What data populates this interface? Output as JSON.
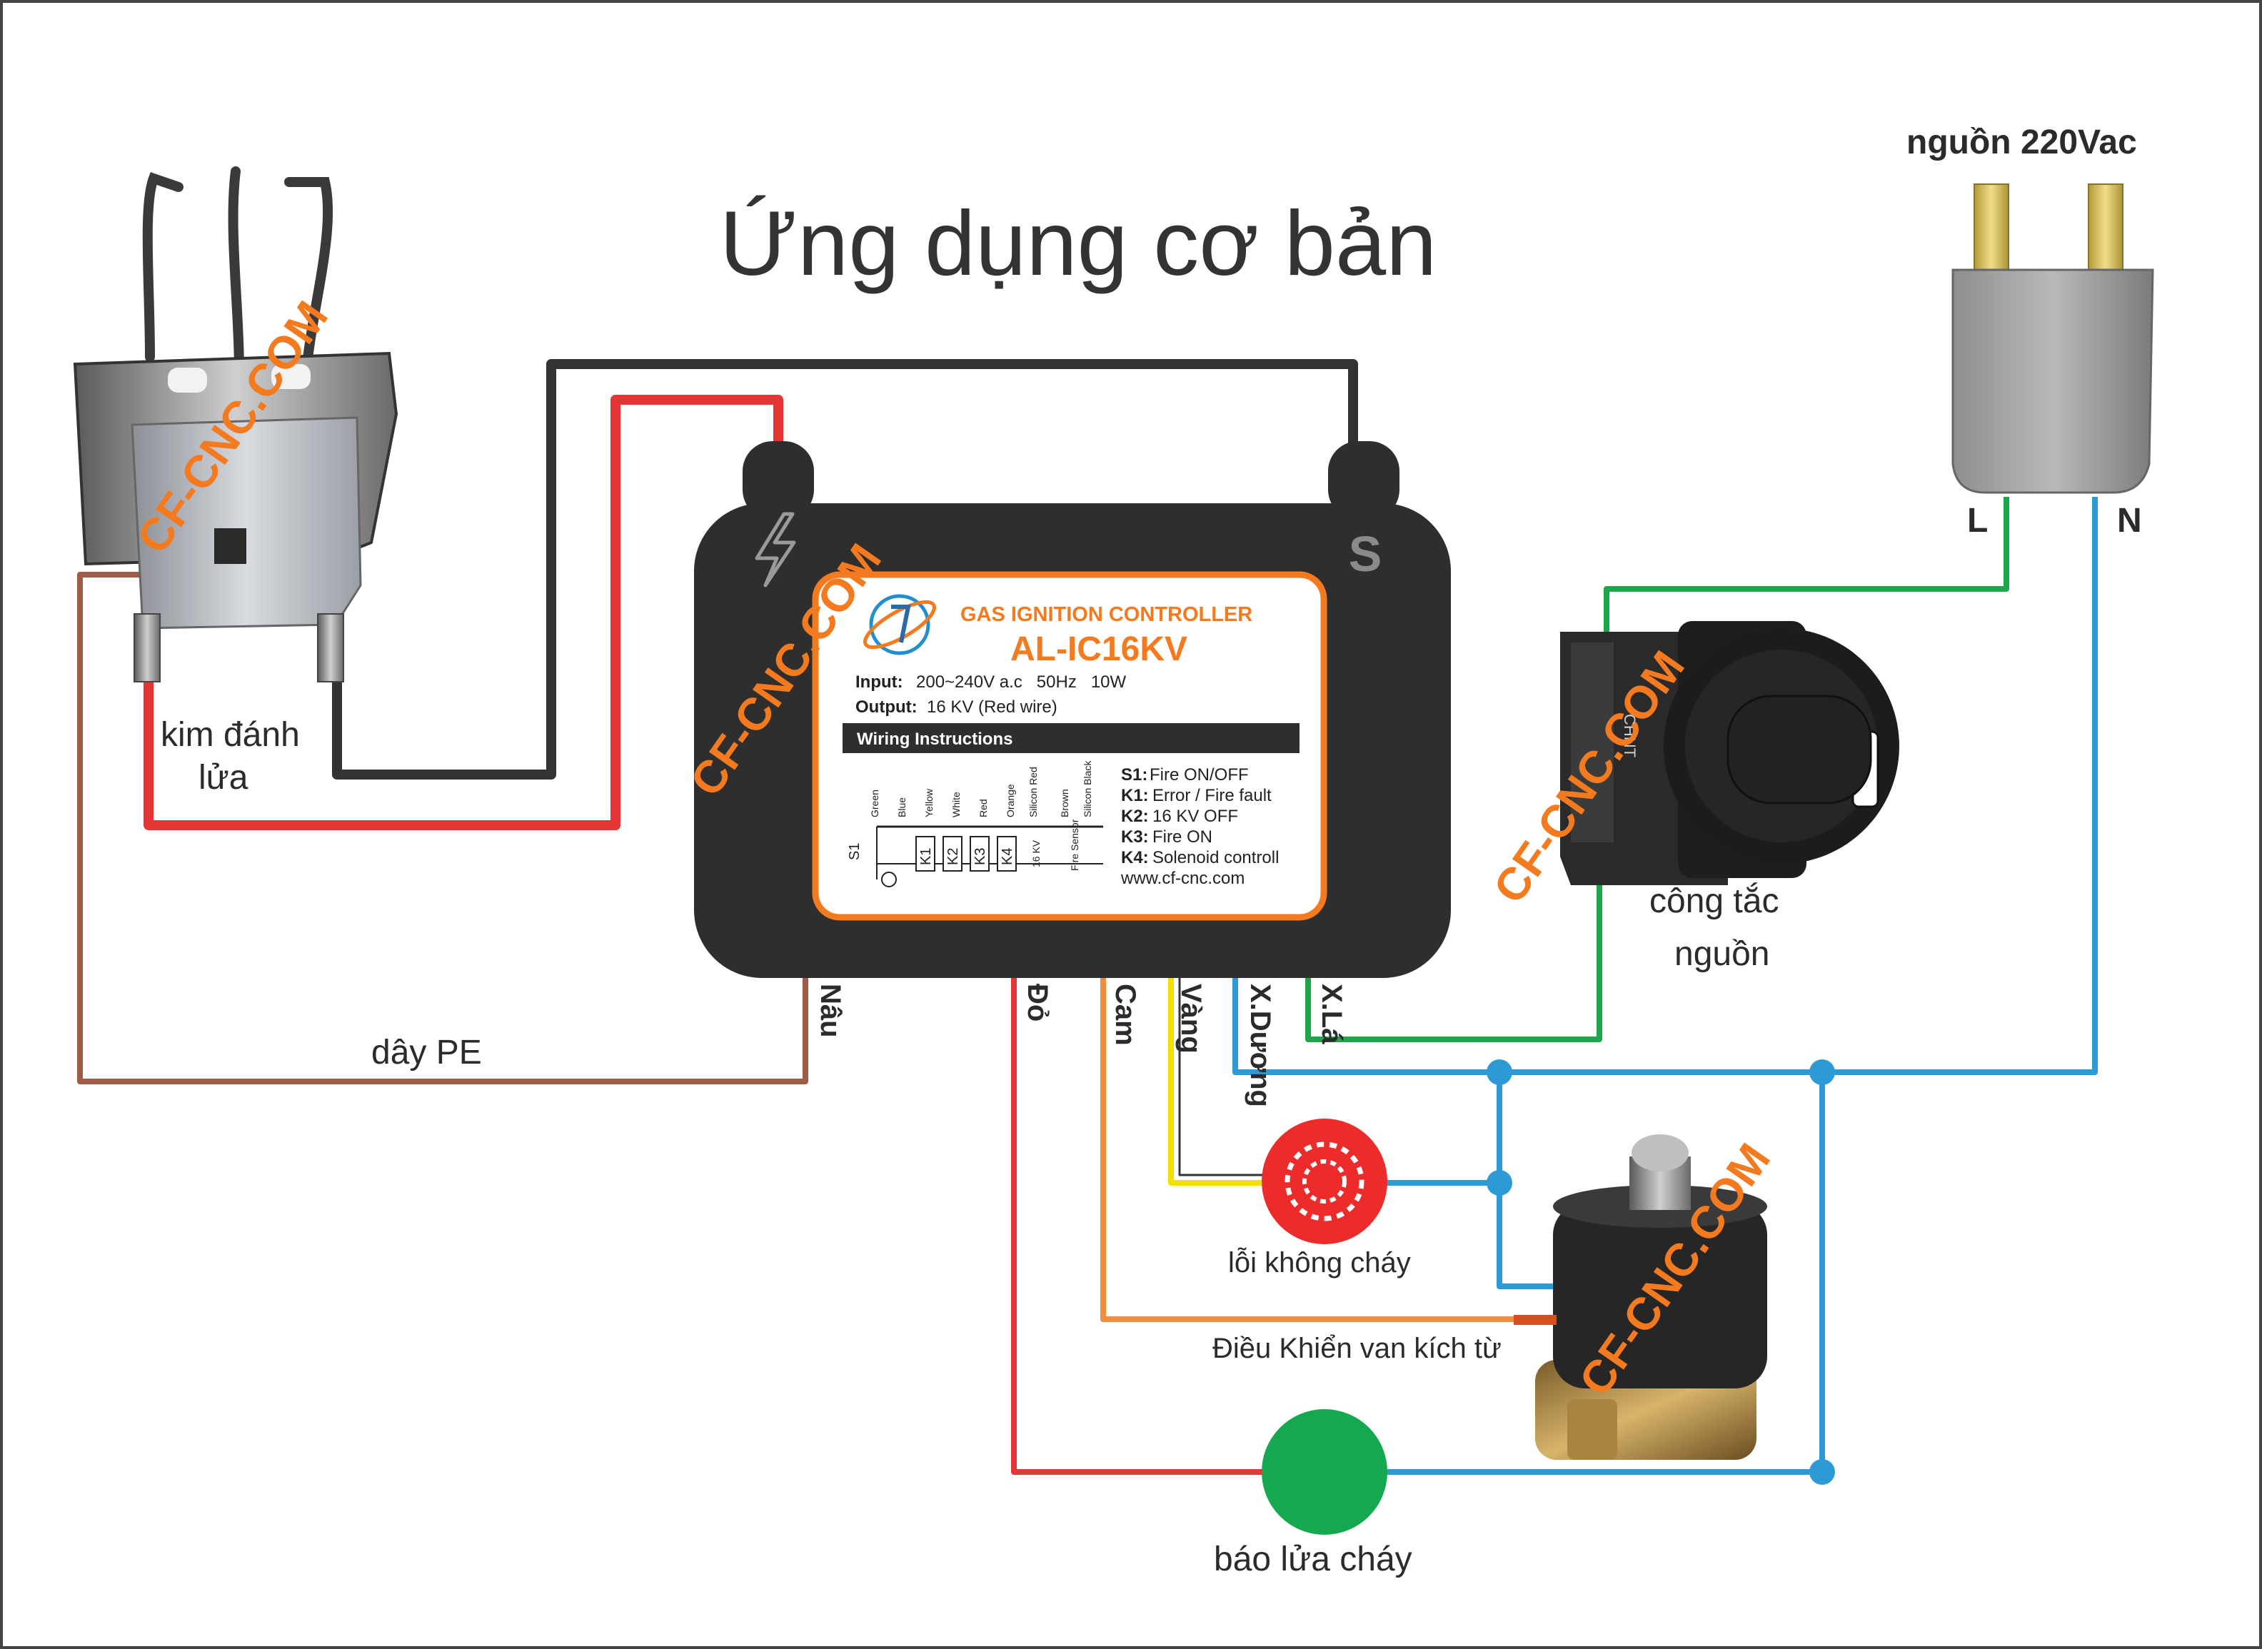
{
  "title": "Ứng dụng cơ bản",
  "labels": {
    "electrode": [
      "kim đánh",
      "lửa"
    ],
    "pe_wire": "dây PE",
    "power_source": "nguồn 220Vac",
    "plug_l": "L",
    "plug_n": "N",
    "power_switch": [
      "công tắc",
      "nguồn"
    ],
    "error_lamp": "lỗi không cháy",
    "valve_control": "Điều Khiển van kích từ",
    "fire_lamp": "báo lửa cháy"
  },
  "wire_tags": {
    "brown": "Nâu",
    "red": "Đỏ",
    "orange": "Cam",
    "yellow": "Vàng",
    "blue": "X.Dương",
    "green": "X.Lá"
  },
  "controller": {
    "header": "GAS IGNITION CONTROLLER",
    "model": "AL-IC16KV",
    "input_label": "Input:",
    "input_value": "200~240V a.c   50Hz   10W",
    "output_label": "Output:",
    "output_value": "16 KV (Red wire)",
    "wiring_title": "Wiring Instructions",
    "s_mark": "S",
    "s1_label": "S1",
    "columns": [
      "Green",
      "Blue",
      "Yellow",
      "White",
      "Red",
      "Orange",
      "Silicon Red",
      "Brown",
      "Silicon Black"
    ],
    "k_boxes": [
      "K1",
      "K2",
      "K3",
      "K4"
    ],
    "terminal_16kv": "16 KV",
    "terminal_fire": "Fire Sensor",
    "legend": [
      {
        "key": "S1:",
        "text": "Fire ON/OFF"
      },
      {
        "key": "K1:",
        "text": "Error / Fire fault"
      },
      {
        "key": "K2:",
        "text": "16 KV OFF"
      },
      {
        "key": "K3:",
        "text": "Fire ON"
      },
      {
        "key": "K4:",
        "text": "Solenoid controll"
      }
    ],
    "website": "www.cf-cnc.com"
  },
  "switch_device": {
    "brand": "CHNT"
  },
  "watermark": "CF-CNC.COM",
  "colors": {
    "black_wire": "#333333",
    "red_wire": "#e53535",
    "brown_wire": "#9e5b45",
    "orange_wire": "#f08c3c",
    "yellow_wire": "#f4e000",
    "blue_wire": "#2d9ad6",
    "green_wire": "#1fa64a",
    "accent": "#f47a20",
    "error_lamp": "#ee2b2b",
    "fire_lamp": "#14a84f"
  }
}
